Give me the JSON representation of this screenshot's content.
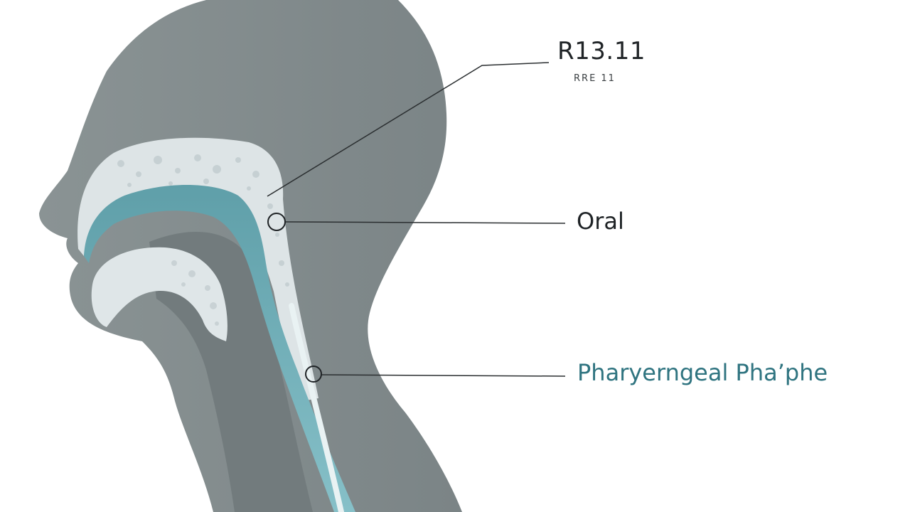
{
  "labels": {
    "code_main": "R13.11",
    "code_sub": "RRE 11",
    "oral": "Oral",
    "pharyngeal": "Pharyerngeal Phaʼphe"
  },
  "colors": {
    "background": "#ffffff",
    "head": "#838c8d",
    "head_shade": "#747d7f",
    "bone": "#dde4e6",
    "airway": "#6aa7b0",
    "airway_light": "#8cc1c9",
    "leader_line": "#2b2f31",
    "pharyngeal_text": "#2f7480"
  },
  "icons": {
    "oral_marker": "circle-marker-icon",
    "pharyngeal_marker": "circle-marker-icon"
  }
}
